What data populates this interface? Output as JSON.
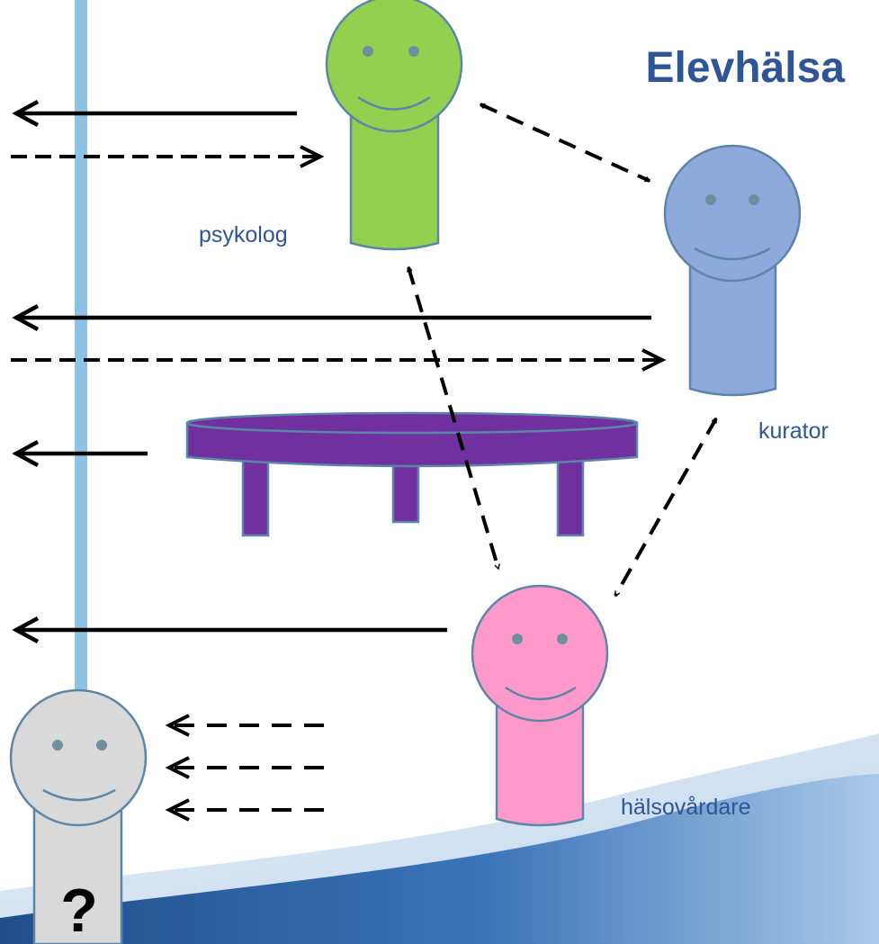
{
  "title": "Elevhälsa",
  "figures": {
    "psykolog": {
      "label": "psykolog",
      "color": "#92D050"
    },
    "kurator": {
      "label": "kurator",
      "color": "#8EA9DB"
    },
    "halsovardare": {
      "label": "hälsovårdare",
      "color": "#FF99CC"
    },
    "student": {
      "label": "?",
      "color": "#D9D9D9"
    }
  },
  "colors": {
    "outline": "#5B86A8",
    "label_text": "#2E5597",
    "title_text": "#2E5597",
    "table": "#7030A0",
    "vertical_line": "#8DC3E6",
    "arrow": "#000000"
  }
}
